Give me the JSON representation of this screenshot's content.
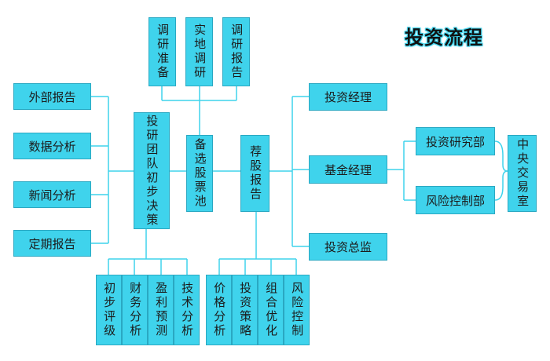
{
  "title": "投资流程",
  "top_nodes": [
    "调研准备",
    "实地调研",
    "调研报告"
  ],
  "left_nodes": [
    "外部报告",
    "数据分析",
    "新闻分析",
    "定期报告"
  ],
  "center_nodes": {
    "team": "投研团队初步决策",
    "pool": "备选股票池",
    "report": "荐股报告"
  },
  "bottom_left_nodes": [
    "初步评级",
    "财务分析",
    "盈利预测",
    "技术分析"
  ],
  "bottom_right_nodes": [
    "价格分析",
    "投资策略",
    "组合优化",
    "风险控制"
  ],
  "right_nodes": {
    "investment_manager": "投资经理",
    "fund_manager": "基金经理",
    "investment_director": "投资总监",
    "research_dept": "投资研究部",
    "risk_dept": "风险控制部",
    "central_room": "中央交易室"
  }
}
